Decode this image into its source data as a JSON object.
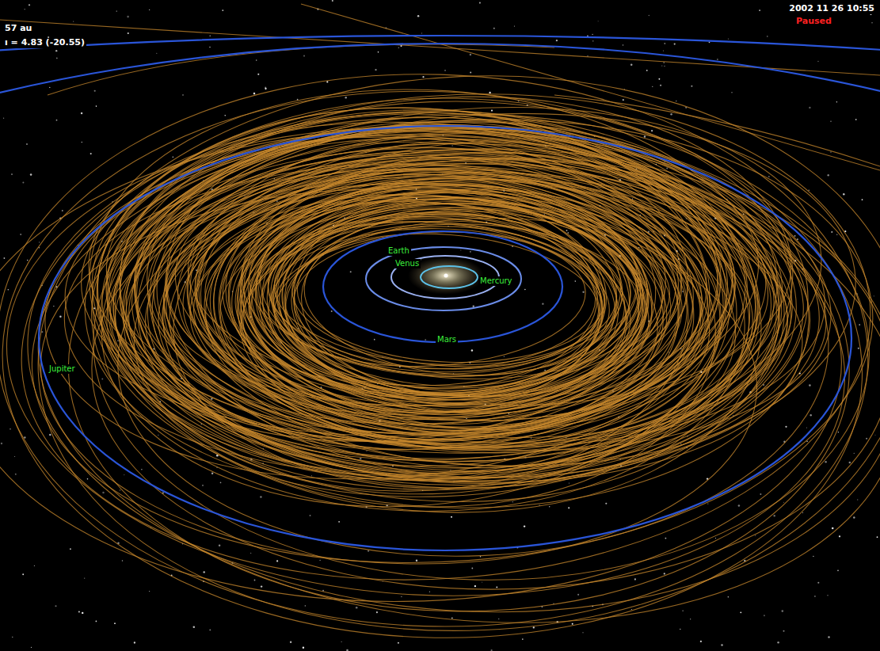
{
  "diagram": {
    "labels": [
      "57 au",
      "ı = 4.83 (-20.55)",
      "2002 11 26 10:55",
      "Paused",
      "Earth",
      "Venus",
      "Mercury",
      "Mars",
      "Jupiter"
    ]
  }
}
